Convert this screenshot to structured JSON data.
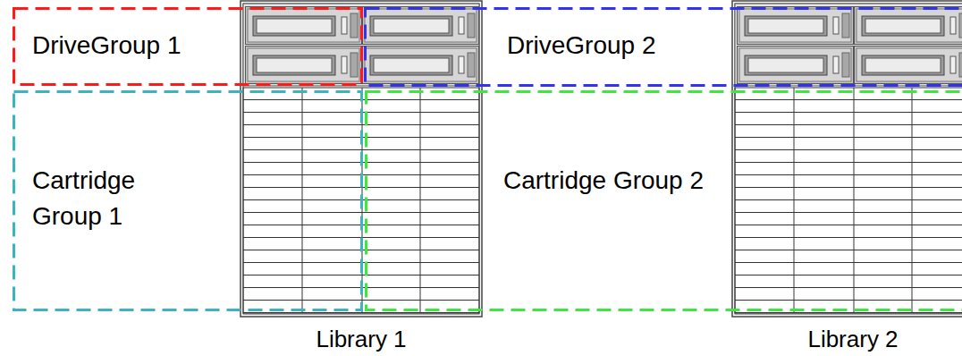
{
  "diagram": {
    "nodes": [
      {
        "text": [
          "DriveGroup 1"
        ]
      },
      {
        "text": [
          "DriveGroup 2"
        ]
      },
      {
        "text": [
          "Cartridge Group 1"
        ]
      },
      {
        "text": [
          "Cartridge Group 2"
        ]
      },
      {
        "text": [
          "Library 1"
        ]
      },
      {
        "text": [
          "Library 2"
        ]
      }
    ]
  }
}
